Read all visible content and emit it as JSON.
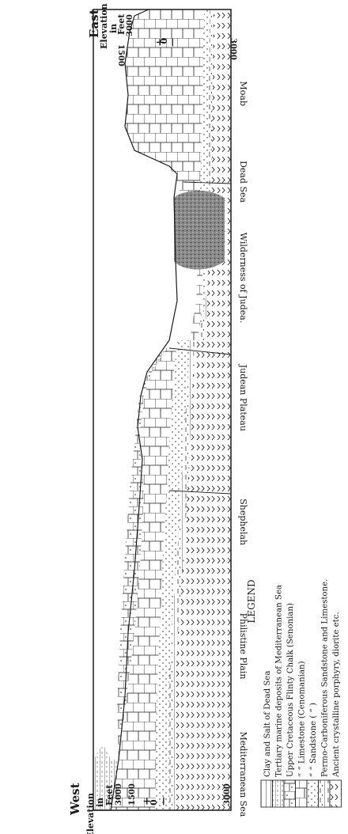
{
  "sides": {
    "west": "West",
    "east": "East",
    "elevation_label": [
      "Elevation",
      "in",
      "Feet"
    ]
  },
  "scale": {
    "top": "3000",
    "mid": "1500",
    "plus": "+",
    "zero": "0",
    "minus": "—",
    "bottom": "3000"
  },
  "places": [
    {
      "name": "Mediterranean Sea",
      "pos": 0.045
    },
    {
      "name": "Philistine Plain",
      "pos": 0.205
    },
    {
      "name": "Shephelah",
      "pos": 0.36
    },
    {
      "name": "Judean Plateau",
      "pos": 0.515
    },
    {
      "name": "Wilderness of Judea.",
      "pos": 0.665
    },
    {
      "name": "Dead Sea",
      "pos": 0.785
    },
    {
      "name": "Moab",
      "pos": 0.895
    }
  ],
  "legend": {
    "title": "LEGEND",
    "items": [
      {
        "pattern": "clay-salt",
        "label": "Clay and Salt of Dead Sea"
      },
      {
        "pattern": "tertiary",
        "label": "Tertiary marine deposits of Mediterranean Sea"
      },
      {
        "pattern": "flinty",
        "label": "Upper Cretaceous Flinty Chalk (Senonian)"
      },
      {
        "pattern": "limestone",
        "label": "“          “          Limestone (Cenomanian)"
      },
      {
        "pattern": "sandstone",
        "label": "“          “          Sandstone (        “        )"
      },
      {
        "pattern": "permo",
        "label": "Permo-Carboniferous Sandstone and Limestone."
      },
      {
        "pattern": "crystalline",
        "label": "Ancient crystalline porphyry, diorite etc."
      }
    ]
  },
  "colors": {
    "ink": "#1a1a1a",
    "paper": "#ffffff",
    "dead_sea_fill": "#7a7a7a"
  }
}
